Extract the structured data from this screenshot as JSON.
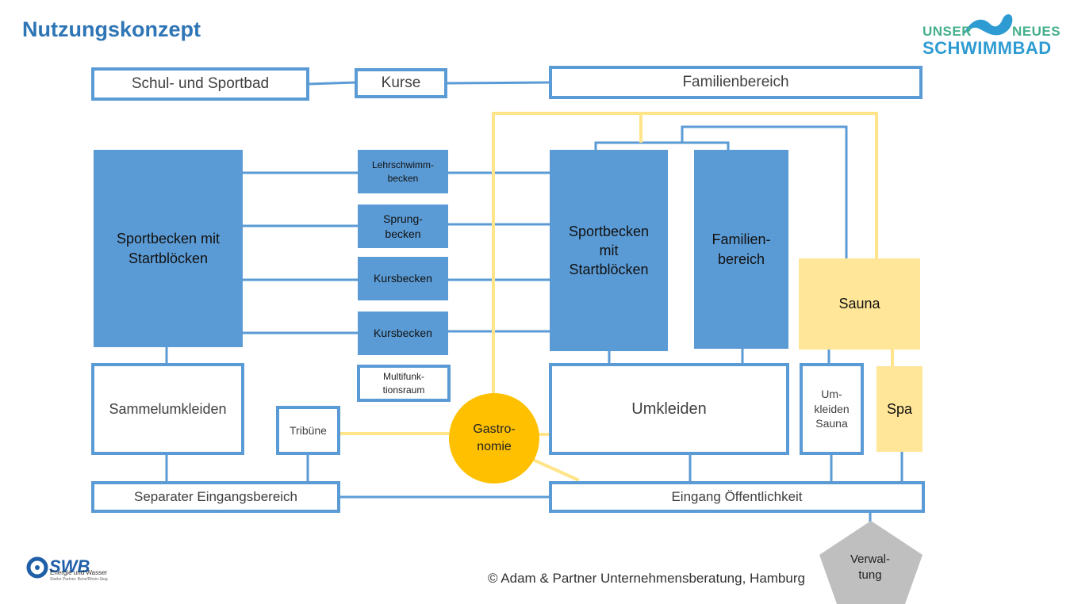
{
  "title": "Nutzungskonzept",
  "logo": {
    "line1_left": "UNSER",
    "line1_right": "NEUES",
    "line2": "SCHWIMMBAD"
  },
  "swb_logo": {
    "name": "SWB",
    "subtitle": "Energie und Wasser",
    "tagline": "Starke Partner. Bonn/Rhein-Sieg."
  },
  "copyright": "© Adam & Partner Unternehmensberatung, Hamburg",
  "colors": {
    "blue": "#5b9bd5",
    "yellow_light": "#ffe699",
    "gold": "#ffc000",
    "gray": "#bfbfbf"
  },
  "nodes": {
    "schul_sportbad": "Schul- und Sportbad",
    "kurse": "Kurse",
    "familienbereich_top": "Familienbereich",
    "sportbecken_left": "Sportbecken mit\nStartblöcken",
    "lehrschwimmbecken": "Lehrschwimm-\nbecken",
    "sprungbecken": "Sprung-\nbecken",
    "kursbecken_1": "Kursbecken",
    "kursbecken_2": "Kursbecken",
    "multifunktionsraum": "Multifunk-\ntionsraum",
    "sportbecken_right": "Sportbecken\nmit\nStartblöcken",
    "familienbereich_right": "Familien-\nbereich",
    "sauna": "Sauna",
    "sammelumkleiden": "Sammelumkleiden",
    "tribuene": "Tribüne",
    "gastronomie": "Gastro-\nnomie",
    "umkleiden": "Umkleiden",
    "umkleiden_sauna": "Um-\nkleiden\nSauna",
    "spa": "Spa",
    "separater_eingang": "Separater Eingangsbereich",
    "eingang_oeffentlichkeit": "Eingang Öffentlichkeit",
    "verwaltung": "Verwal-\ntung"
  }
}
